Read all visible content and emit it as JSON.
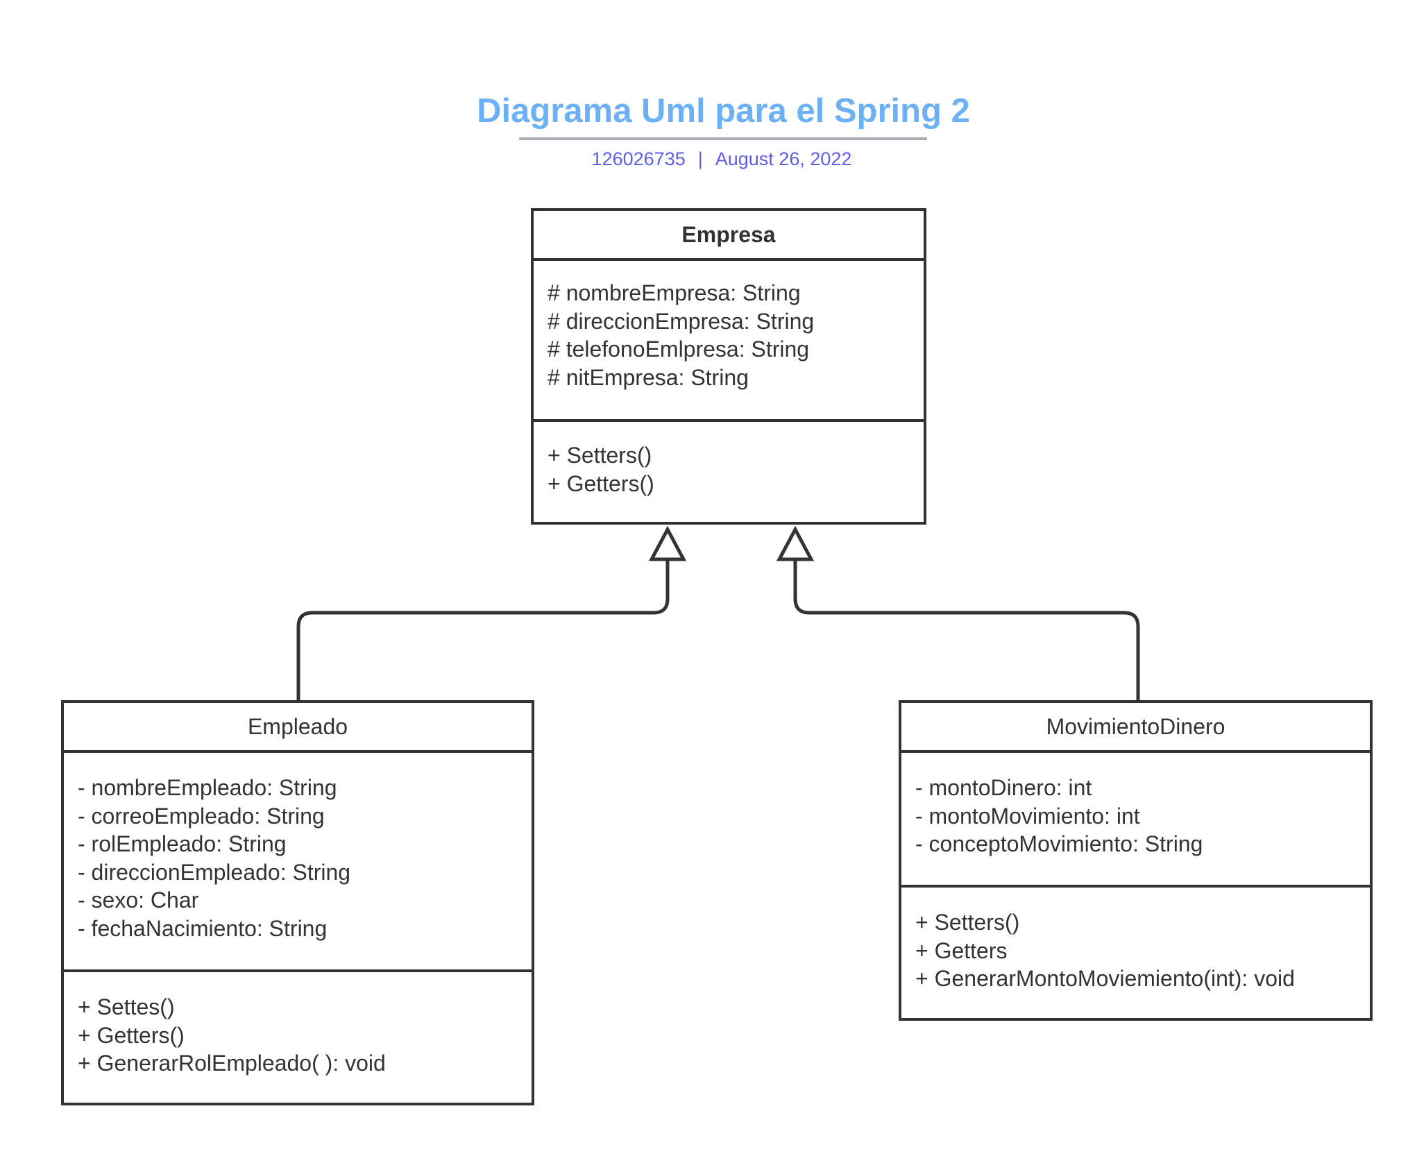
{
  "header": {
    "title": "Diagrama Uml para el Spring 2",
    "document_id": "126026735",
    "separator": "|",
    "date": "August 26, 2022"
  },
  "colors": {
    "title": "#6CB1F5",
    "subtitle": "#5E5CE8",
    "rule": "#A9ADB3",
    "stroke": "#333333"
  },
  "classes": {
    "empresa": {
      "name": "Empresa",
      "attributes": [
        "# nombreEmpresa: String",
        "# direccionEmpresa: String",
        "# telefonoEmlpresa: String",
        "# nitEmpresa: String"
      ],
      "operations": [
        "+ Setters()",
        "+ Getters()"
      ]
    },
    "empleado": {
      "name": "Empleado",
      "attributes": [
        "- nombreEmpleado: String",
        "- correoEmpleado: String",
        "- rolEmpleado: String",
        "- direccionEmpleado: String",
        "- sexo: Char",
        "- fechaNacimiento: String"
      ],
      "operations": [
        "+ Settes()",
        "+ Getters()",
        "+ GenerarRolEmpleado( ): void"
      ]
    },
    "movimiento": {
      "name": "MovimientoDinero",
      "attributes": [
        "- montoDinero: int",
        "- montoMovimiento: int",
        "- conceptoMovimiento: String"
      ],
      "operations": [
        "+ Setters()",
        "+ Getters",
        "+ GenerarMontoMoviemiento(int): void"
      ]
    }
  },
  "relationships": [
    {
      "type": "generalization",
      "from": "Empleado",
      "to": "Empresa"
    },
    {
      "type": "generalization",
      "from": "MovimientoDinero",
      "to": "Empresa"
    }
  ]
}
